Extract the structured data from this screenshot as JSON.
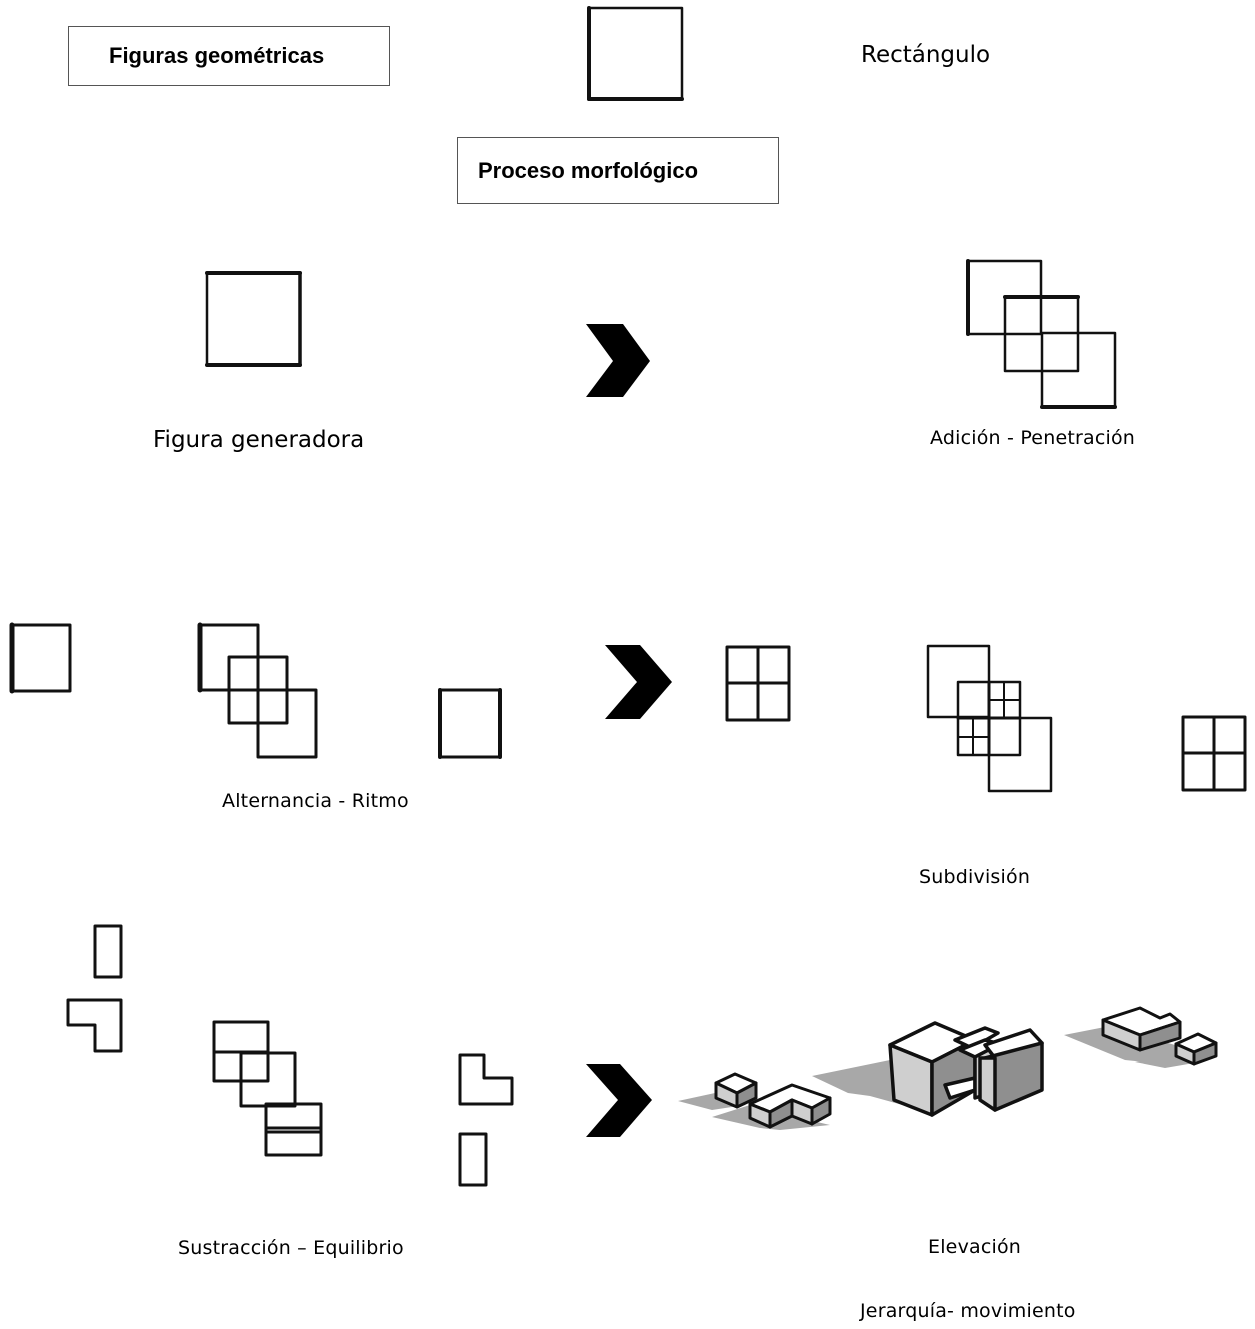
{
  "headings": {
    "figuras": "Figuras geométricas",
    "proceso": "Proceso morfológico"
  },
  "labels": {
    "rectangulo": "Rectángulo",
    "figura_generadora": "Figura generadora",
    "adicion": "Adición - Penetración",
    "alternancia": "Alternancia - Ritmo",
    "subdivision": "Subdivisión",
    "sustraccion": "Sustracción – Equilibrio",
    "elevacion": "Elevación",
    "jerarquia": "Jerarquía- movimiento"
  },
  "colors": {
    "ink": "#111111",
    "shadow": "#a8a8a8",
    "face_light": "#ffffff",
    "face_mid": "#cfcfcf",
    "face_dark": "#8f8f8f"
  },
  "icons": {
    "arrow": "chevron-right-arrow-icon",
    "shape": "hand-drawn-square-icon"
  }
}
